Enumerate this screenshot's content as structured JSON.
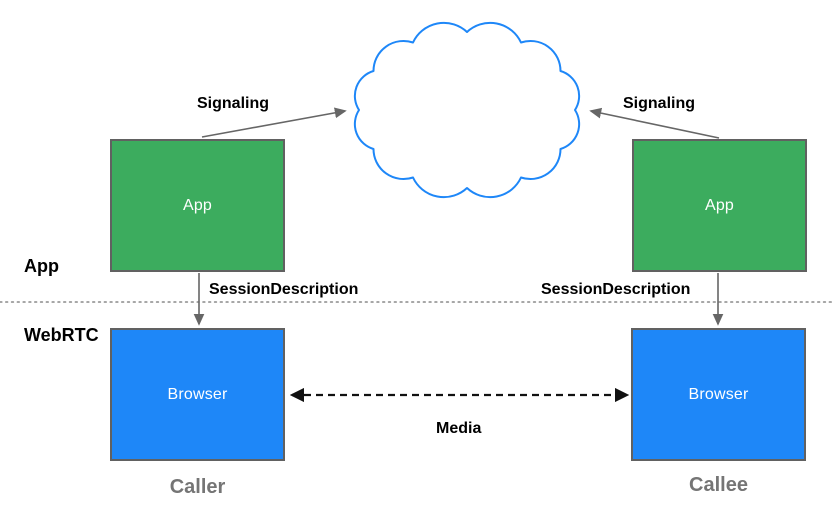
{
  "layers": {
    "app": "App",
    "webrtc": "WebRTC"
  },
  "nodes": {
    "app_left": {
      "label": "App"
    },
    "app_right": {
      "label": "App"
    },
    "browser_left": {
      "label": "Browser"
    },
    "browser_right": {
      "label": "Browser"
    }
  },
  "edges": {
    "signaling_left": "Signaling",
    "signaling_right": "Signaling",
    "session_left": "SessionDescription",
    "session_right": "SessionDescription",
    "media": "Media"
  },
  "captions": {
    "caller": "Caller",
    "callee": "Callee"
  },
  "colors": {
    "app_node_fill": "#3CAC5E",
    "browser_node_fill": "#1E87F8",
    "cloud_outline": "#1E87F8",
    "node_border": "#616161",
    "signal_arrow": "#666666",
    "media_arrow": "#111111",
    "caption_text": "#757575",
    "separator_dots": "#8A8A8A"
  }
}
